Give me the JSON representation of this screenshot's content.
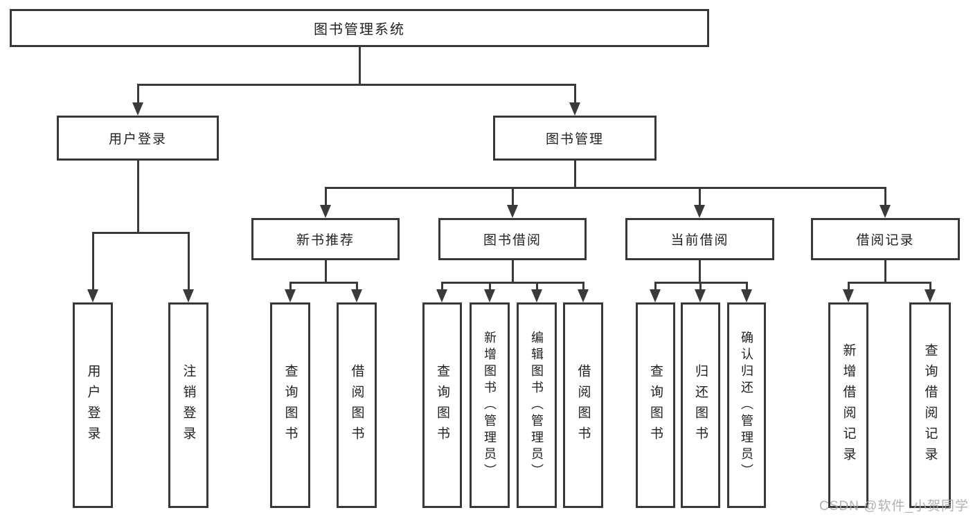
{
  "tree": {
    "label": "图书管理系统",
    "children": [
      {
        "label": "用户登录",
        "children": [
          {
            "label": "用户登录"
          },
          {
            "label": "注销登录"
          }
        ]
      },
      {
        "label": "图书管理",
        "children": [
          {
            "label": "新书推荐",
            "children": [
              {
                "label": "查询图书"
              },
              {
                "label": "借阅图书"
              }
            ]
          },
          {
            "label": "图书借阅",
            "children": [
              {
                "label": "查询图书"
              },
              {
                "label": "新增图书（管理员）"
              },
              {
                "label": "编辑图书（管理员）"
              },
              {
                "label": "借阅图书"
              }
            ]
          },
          {
            "label": "当前借阅",
            "children": [
              {
                "label": "查询图书"
              },
              {
                "label": "归还图书"
              },
              {
                "label": "确认归还（管理员）"
              }
            ]
          },
          {
            "label": "借阅记录",
            "children": [
              {
                "label": "新增借阅记录"
              },
              {
                "label": "查询借阅记录"
              }
            ]
          }
        ]
      }
    ]
  },
  "watermark": {
    "text": "CSDN @软件_小贺同学"
  },
  "colors": {
    "line": "#3a3a3a",
    "box_border": "#383838",
    "text": "#222222",
    "watermark": "#a9a9a9",
    "background": "#ffffff"
  }
}
